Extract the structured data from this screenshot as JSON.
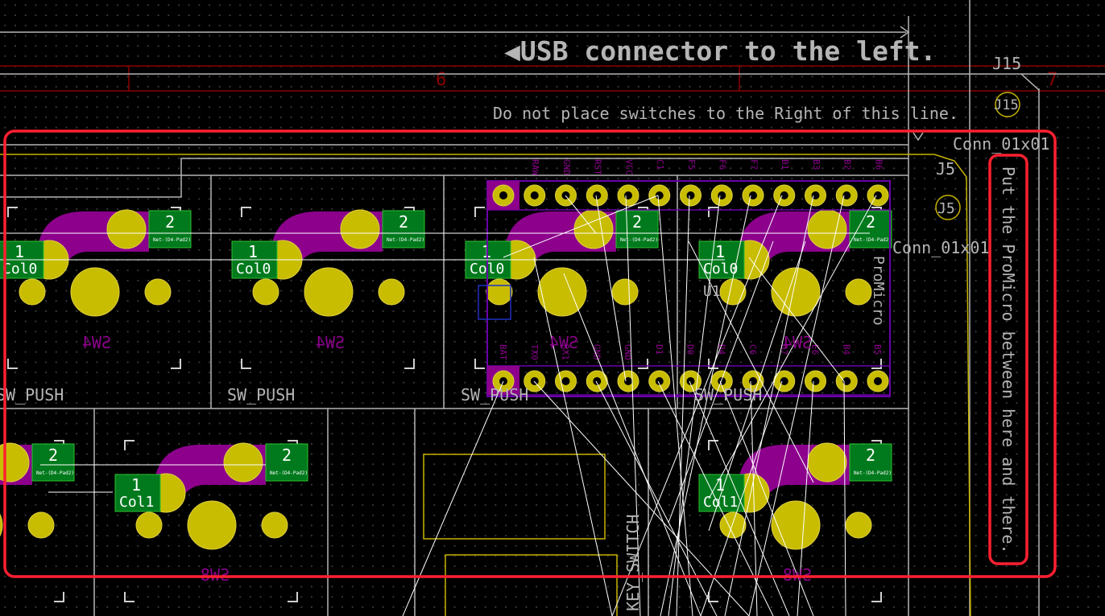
{
  "view": {
    "usb_note": "◀USB connector to the left.",
    "no_switch_note": "Do not place switches to the Right of this line.",
    "promicro_note": "Put the ProMicro between here and there.",
    "sheet_numbers": [
      "6",
      "7"
    ]
  },
  "components": {
    "j15_ref": "J15",
    "j15_ref_circle": "J15",
    "j5_ref": "J5",
    "j5_ref_circle": "J5",
    "conn_value_top": "Conn_01x01",
    "conn_value_side": "Conn_01x01",
    "promicro_ref": "U1",
    "promicro_value": "ProMicro",
    "switch_ref": "SW4",
    "switch_ref_row2": "SW8",
    "switch_value": "SW_PUSH",
    "key_switch_value": "KEY_SWITCH"
  },
  "pads": {
    "pin1_num": "1",
    "pin2_num": "2",
    "col0": "Col0",
    "col1": "Col1",
    "net_small": "Net-(D4-Pad2)"
  },
  "promicro_pins": {
    "top": [
      "RAW",
      "GND",
      "RST",
      "VCC",
      "C1",
      "F5",
      "F6",
      "F7",
      "B1",
      "B3",
      "B2",
      "B6"
    ],
    "bottom": [
      "BAT",
      "TX0",
      "RX1",
      "GND",
      "GND",
      "D1",
      "D0",
      "D4",
      "C6",
      "D7",
      "E6",
      "B4",
      "B5"
    ]
  },
  "colors": {
    "background": "#000000",
    "grid_dot": "#3a3a3a",
    "pad_yellow": "#c8bd00",
    "mask_purple": "#8c008c",
    "pad_green": "#007a1c",
    "ratsnest": "#ffffff",
    "outline_gray": "#c2c2c2",
    "sheet_red": "#8a0000",
    "highlight_red": "#ff2030",
    "silkscreen_yellow": "#c8b400"
  }
}
